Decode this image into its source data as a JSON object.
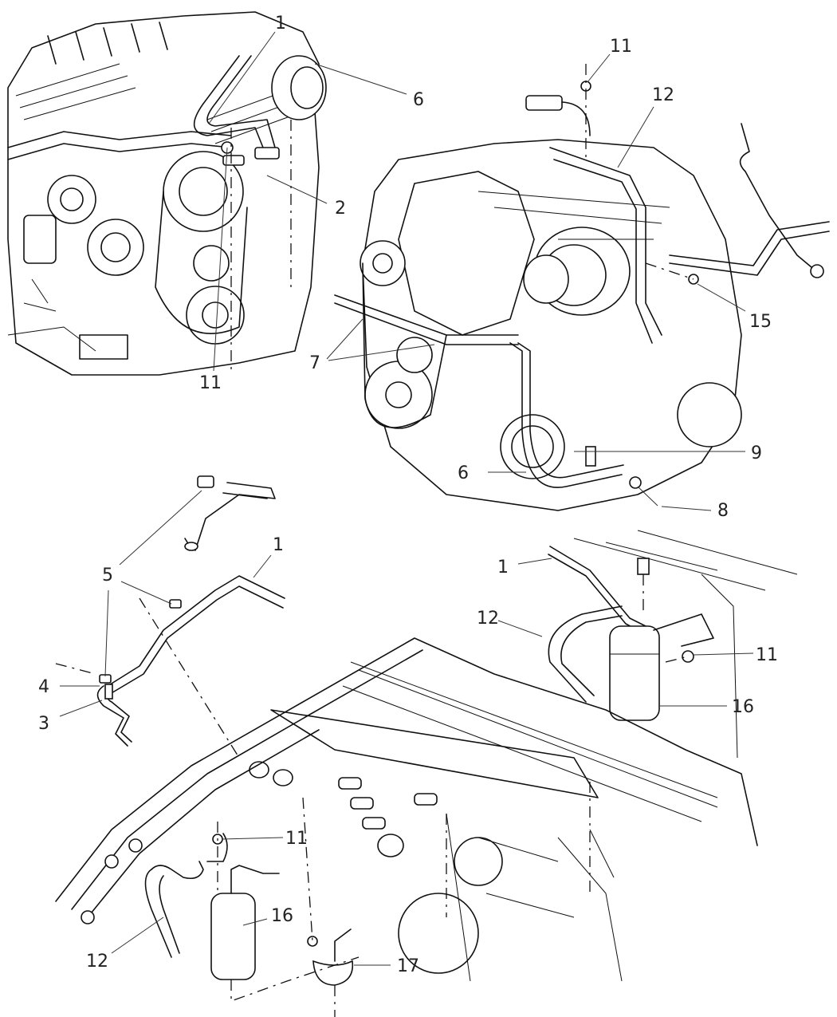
{
  "diagram": {
    "type": "exploded parts illustration",
    "subject": "A/C refrigerant lines, accumulator and engine bay",
    "views": [
      {
        "id": "engine-left",
        "description": "Engine front, upper-left view"
      },
      {
        "id": "engine-right",
        "description": "Engine with compressor, upper-right view"
      },
      {
        "id": "hose-detail",
        "description": "Line assembly detail, left-middle"
      },
      {
        "id": "accumulator-detail",
        "description": "Accumulator mounting detail, right-middle"
      },
      {
        "id": "engine-bay",
        "description": "Engine compartment with accumulator, bottom"
      }
    ]
  },
  "callouts": [
    {
      "id": "c1a",
      "label": "1"
    },
    {
      "id": "c6a",
      "label": "6"
    },
    {
      "id": "c2",
      "label": "2"
    },
    {
      "id": "c11a",
      "label": "11"
    },
    {
      "id": "c11b",
      "label": "11"
    },
    {
      "id": "c12a",
      "label": "12"
    },
    {
      "id": "c15",
      "label": "15"
    },
    {
      "id": "c7",
      "label": "7"
    },
    {
      "id": "c9",
      "label": "9"
    },
    {
      "id": "c6b",
      "label": "6"
    },
    {
      "id": "c8",
      "label": "8"
    },
    {
      "id": "c5",
      "label": "5"
    },
    {
      "id": "c1b",
      "label": "1"
    },
    {
      "id": "c4",
      "label": "4"
    },
    {
      "id": "c3",
      "label": "3"
    },
    {
      "id": "c1c",
      "label": "1"
    },
    {
      "id": "c12b",
      "label": "12"
    },
    {
      "id": "c11c",
      "label": "11"
    },
    {
      "id": "c16a",
      "label": "16"
    },
    {
      "id": "c11d",
      "label": "11"
    },
    {
      "id": "c16b",
      "label": "16"
    },
    {
      "id": "c12c",
      "label": "12"
    },
    {
      "id": "c17",
      "label": "17"
    }
  ]
}
